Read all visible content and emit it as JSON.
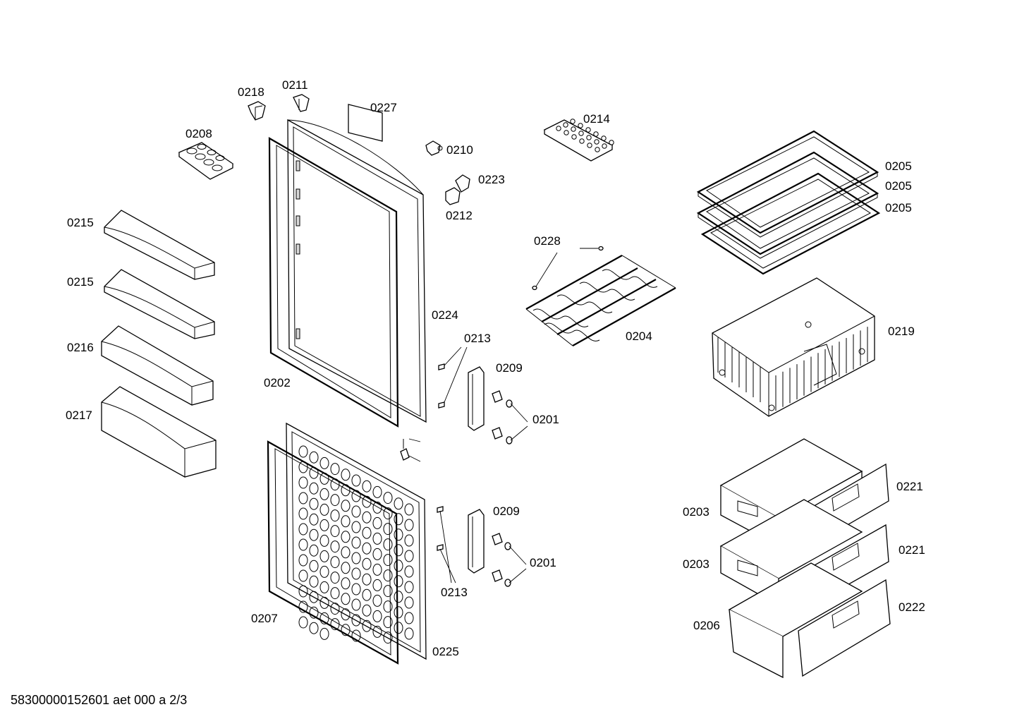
{
  "footer": "58300000152601 aet 000 a 2/3",
  "labels": {
    "p0218": "0218",
    "p0211": "0211",
    "p0227": "0227",
    "p0208": "0208",
    "p0210": "0210",
    "p0214": "0214",
    "p0223": "0223",
    "p0212": "0212",
    "p0205a": "0205",
    "p0205b": "0205",
    "p0205c": "0205",
    "p0215a": "0215",
    "p0215b": "0215",
    "p0216": "0216",
    "p0217": "0217",
    "p0228": "0228",
    "p0224": "0224",
    "p0204": "0204",
    "p0219": "0219",
    "p0213a": "0213",
    "p0209a": "0209",
    "p0202": "0202",
    "p0201a": "0201",
    "p0209b": "0209",
    "p0201b": "0201",
    "p0213b": "0213",
    "p0207": "0207",
    "p0225": "0225",
    "p0221a": "0221",
    "p0203a": "0203",
    "p0221b": "0221",
    "p0203b": "0203",
    "p0222": "0222",
    "p0206": "0206"
  }
}
